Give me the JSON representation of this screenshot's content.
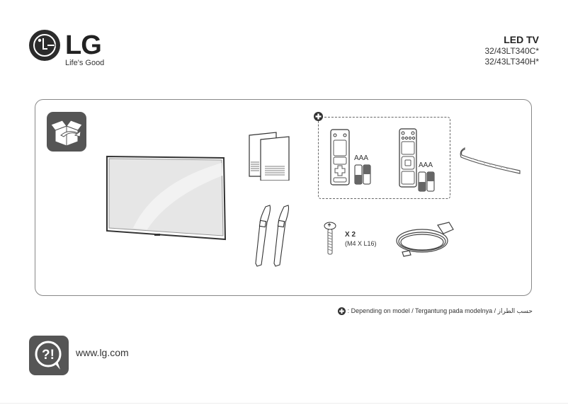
{
  "header": {
    "brand": "LG",
    "tagline": "Life's Good",
    "product_type": "LED TV",
    "models": [
      "32/43LT340C*",
      "32/43LT340H*"
    ]
  },
  "components": {
    "items": [
      {
        "name": "tv-set",
        "label": "LED TV"
      },
      {
        "name": "owners-manual",
        "label": "Manuals"
      },
      {
        "name": "remote-control-standard",
        "label": "Remote control",
        "battery_label": "AAA",
        "optional": true
      },
      {
        "name": "remote-control-alternate",
        "label": "Remote control",
        "battery_label": "AAA",
        "optional": true
      },
      {
        "name": "cable-holder",
        "label": "Cable holder"
      },
      {
        "name": "stand-legs",
        "label": "Stand"
      },
      {
        "name": "screws",
        "label": "Screws",
        "quantity": "X 2",
        "spec": "(M4 X L16)"
      },
      {
        "name": "power-cord",
        "label": "Power cord"
      }
    ],
    "battery_label_1": "AAA",
    "battery_label_2": "AAA",
    "screw_qty": "X 2",
    "screw_spec": "(M4 X L16)"
  },
  "footnote": {
    "icon": "plus-circle-icon",
    "text": ": Depending on model / Tergantung pada modelnya / حسب الطراز"
  },
  "footer": {
    "help_icon": "question-exclamation-bubble-icon",
    "url": "www.lg.com"
  },
  "colors": {
    "icon_bg": "#555555",
    "border": "#888888",
    "text": "#222222"
  }
}
